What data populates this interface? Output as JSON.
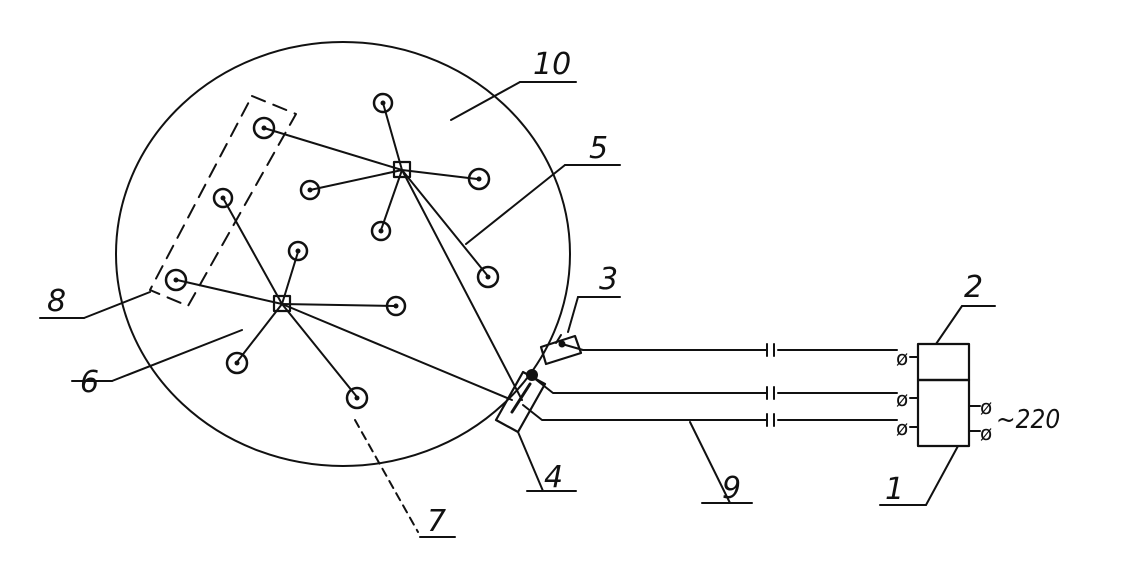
{
  "diagram": {
    "labels": {
      "l1": "1",
      "l2": "2",
      "l3": "3",
      "l4": "4",
      "l5": "5",
      "l6": "6",
      "l7": "7",
      "l8": "8",
      "l9": "9",
      "l10": "10"
    },
    "supply_voltage": "~220",
    "terminal_symbol": "ø"
  }
}
